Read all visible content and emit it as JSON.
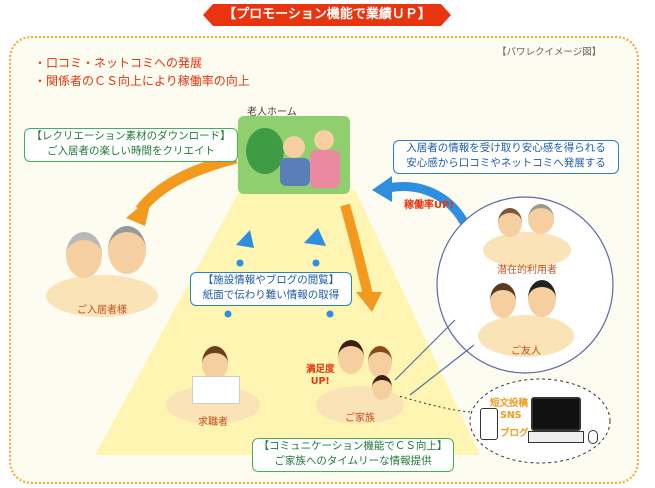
{
  "title": "【プロモーション機能で業績ＵＰ】",
  "image_caption": "【パワレクイメージ図】",
  "bullets": [
    "・口コミ・ネットコミへの発展",
    "・関係者のＣＳ向上により稼働率の向上"
  ],
  "nodes": {
    "nursing_home": "老人ホーム",
    "residents": "ご入居者様",
    "potential_users": "潜在的利用者",
    "friends": "ご友人",
    "job_seekers": "求職者",
    "family": "ご家族"
  },
  "boxes": {
    "recreation": {
      "line1": "【レクリエーション素材のダウンロード】",
      "line2": "ご入居者の楽しい時間をクリエイト"
    },
    "word_of_mouth": {
      "line1": "入居者の情報を受け取り安心感を得られる",
      "line2": "安心感から口コミやネットコミへ発展する"
    },
    "facility_info": {
      "line1": "【施設情報やブログの閲覧】",
      "line2": "紙面で伝わり難い情報の取得"
    },
    "communication": {
      "line1": "【コミュニケーション機能でＣＳ向上】",
      "line2": "ご家族へのタイムリーな情報提供"
    }
  },
  "annotations": {
    "occupancy_up": "稼働率UP!",
    "satisfaction_line1": "満足度",
    "satisfaction_line2": "UP!"
  },
  "devices": [
    "短文投稿",
    "SNS",
    "ブログ"
  ],
  "colors": {
    "accent": "#e8340f",
    "arrow_orange": "#f39a1e",
    "arrow_blue": "#2e8ee0",
    "green": "#43b05c",
    "blue": "#2e7ec9"
  }
}
